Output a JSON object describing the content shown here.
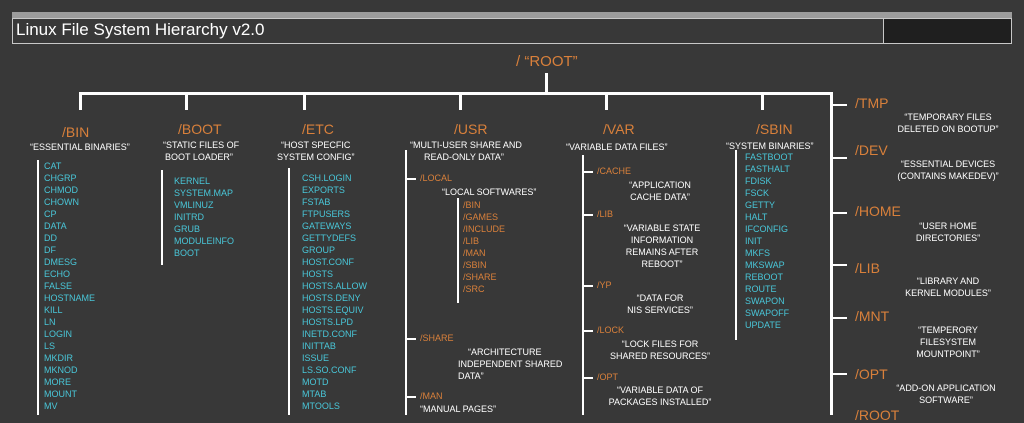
{
  "title": "Linux File System Hierarchy v2.0",
  "root": "/ “ROOT”",
  "columns": [
    {
      "name": "/BIN",
      "desc": [
        "“ESSENTIAL BINARIES”"
      ],
      "items": [
        "CAT",
        "CHGRP",
        "CHMOD",
        "CHOWN",
        "CP",
        "DATA",
        "DD",
        "DF",
        "DMESG",
        "ECHO",
        "FALSE",
        "HOSTNAME",
        "KILL",
        "LN",
        "LOGIN",
        "LS",
        "MKDIR",
        "MKNOD",
        "MORE",
        "MOUNT",
        "MV"
      ]
    },
    {
      "name": "/BOOT",
      "desc": [
        "“STATIC FILES OF",
        "BOOT LOADER”"
      ],
      "items": [
        "KERNEL",
        "SYSTEM.MAP",
        "VMLINUZ",
        "INITRD",
        "GRUB",
        "MODULEINFO",
        "BOOT"
      ]
    },
    {
      "name": "/ETC",
      "desc": [
        "“HOST SPECFIC",
        "SYSTEM CONFIG”"
      ],
      "items": [
        "CSH.LOGIN",
        "EXPORTS",
        "FSTAB",
        "FTPUSERS",
        "GATEWAYS",
        "GETTYDEFS",
        "GROUP",
        "HOST.CONF",
        "HOSTS",
        "HOSTS.ALLOW",
        "HOSTS.DENY",
        "HOSTS.EQUIV",
        "HOSTS.LPD",
        "INETD.CONF",
        "INITTAB",
        "ISSUE",
        "LS.SO.CONF",
        "MOTD",
        "MTAB",
        "MTOOLS"
      ]
    },
    {
      "name": "/USR",
      "desc": [
        "“MULTI-USER SHARE AND",
        "READ-ONLY DATA”"
      ],
      "local": {
        "name": "/LOCAL",
        "desc": "“LOCAL SOFTWARES”",
        "items": [
          "/BIN",
          "/GAMES",
          "/INCLUDE",
          "/LIB",
          "/MAN",
          "/SBIN",
          "/SHARE",
          "/SRC"
        ]
      },
      "share": {
        "name": "/SHARE",
        "desc": [
          "“ARCHITECTURE",
          "INDEPENDENT SHARED",
          "DATA”"
        ]
      },
      "man": {
        "name": "/MAN",
        "desc": "“MANUAL PAGES”"
      }
    },
    {
      "name": "/VAR",
      "desc": [
        "“VARIABLE DATA FILES”"
      ],
      "subs": [
        {
          "name": "/CACHE",
          "desc": [
            "“APPLICATION",
            "CACHE DATA”"
          ]
        },
        {
          "name": "/LIB",
          "desc": [
            "“VARIABLE STATE",
            "INFORMATION",
            "REMAINS AFTER",
            "REBOOT”"
          ]
        },
        {
          "name": "/YP",
          "desc": [
            "“DATA FOR",
            "NIS SERVICES”"
          ]
        },
        {
          "name": "/LOCK",
          "desc": [
            "“LOCK FILES FOR",
            "SHARED RESOURCES”"
          ]
        },
        {
          "name": "/OPT",
          "desc": [
            "“VARIABLE DATA OF",
            "PACKAGES INSTALLED”"
          ]
        }
      ]
    },
    {
      "name": "/SBIN",
      "desc": [
        "“SYSTEM BINARIES”"
      ],
      "items": [
        "FASTBOOT",
        "FASTHALT",
        "FDISK",
        "FSCK",
        "GETTY",
        "HALT",
        "IFCONFIG",
        "INIT",
        "MKFS",
        "MKSWAP",
        "REBOOT",
        "ROUTE",
        "SWAPON",
        "SWAPOFF",
        "UPDATE"
      ]
    }
  ],
  "right": [
    {
      "name": "/TMP",
      "desc": [
        "“TEMPORARY FILES",
        "DELETED ON BOOTUP”"
      ]
    },
    {
      "name": "/DEV",
      "desc": [
        "“ESSENTIAL DEVICES",
        "(CONTAINS MAKEDEV)”"
      ]
    },
    {
      "name": "/HOME",
      "desc": [
        "“USER HOME",
        "DIRECTORIES”"
      ]
    },
    {
      "name": "/LIB",
      "desc": [
        "“LIBRARY AND",
        "KERNEL MODULES”"
      ]
    },
    {
      "name": "/MNT",
      "desc": [
        "“TEMPERORY",
        "FILESYSTEM",
        "MOUNTPOINT”"
      ]
    },
    {
      "name": "/OPT",
      "desc": [
        "“ADD-ON APPLICATION",
        "SOFTWARE”"
      ]
    },
    {
      "name": "/ROOT",
      "desc": []
    }
  ],
  "colors": {
    "accent": "#d9803b",
    "file": "#49c6d8",
    "background": "#383838"
  }
}
